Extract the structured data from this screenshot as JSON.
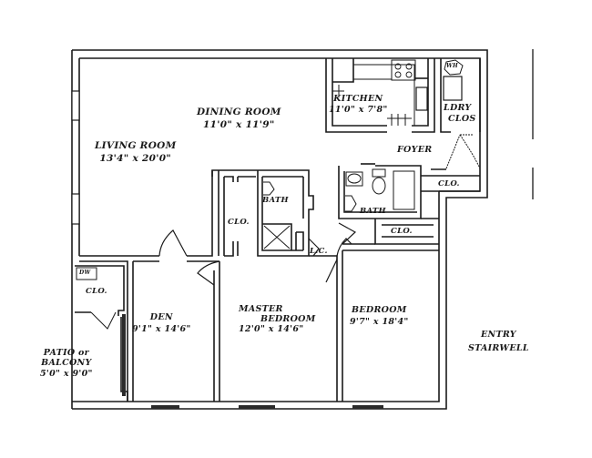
{
  "floorplan": {
    "colors": {
      "wall": "#1a1a1a",
      "background": "#ffffff",
      "window_fill": "#2a2a2a"
    },
    "rooms": {
      "living": {
        "name": "LIVING ROOM",
        "dims": "13'4\" x 20'0\""
      },
      "dining": {
        "name": "DINING ROOM",
        "dims": "11'0\" x 11'9\""
      },
      "kitchen": {
        "name": "KITCHEN",
        "dims": "11'0\" x 7'8\""
      },
      "laundry": {
        "line1": "LDRY",
        "line2": "CLOS"
      },
      "foyer": {
        "name": "FOYER"
      },
      "bath1": {
        "name": "BATH"
      },
      "bath2": {
        "name": "BATH"
      },
      "closet_hall": {
        "name": "CLO."
      },
      "closet_foyer": {
        "name": "CLO."
      },
      "closet_bedroom": {
        "name": "CLO."
      },
      "closet_patio": {
        "name": "CLO."
      },
      "linen_closet": {
        "name": "L.C."
      },
      "den": {
        "name": "DEN",
        "dims": "9'1\" x 14'6\""
      },
      "master": {
        "line1": "MASTER",
        "line2": "BEDROOM",
        "dims": "12'0\" x 14'6\""
      },
      "bedroom": {
        "name": "BEDROOM",
        "dims": "9'7\" x 18'4\""
      },
      "patio": {
        "line1": "PATIO or",
        "line2": "BALCONY",
        "dims": "5'0\" x 9'0\""
      }
    },
    "exterior": {
      "line1": "ENTRY",
      "line2": "STAIRWELL"
    },
    "appliances": {
      "water_heater": "WH",
      "washer_dryer": "DW"
    }
  }
}
